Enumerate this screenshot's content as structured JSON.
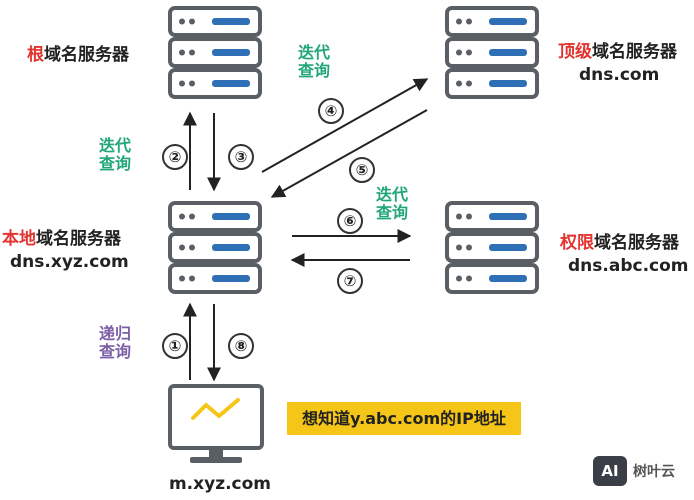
{
  "servers": {
    "root": {
      "name_highlight": "根",
      "name_rest": "域名服务器"
    },
    "tld": {
      "name_highlight": "顶级",
      "name_rest": "域名服务器",
      "domain": "dns.com"
    },
    "local": {
      "name_highlight": "本地",
      "name_rest": "域名服务器",
      "domain": "dns.xyz.com"
    },
    "authoritative": {
      "name_highlight": "权限",
      "name_rest": "域名服务器",
      "domain": "dns.abc.com"
    }
  },
  "query_types": {
    "iterative_line1": "迭代",
    "iterative_line2": "查询",
    "recursive_line1": "递归",
    "recursive_line2": "查询"
  },
  "steps": [
    "①",
    "②",
    "③",
    "④",
    "⑤",
    "⑥",
    "⑦",
    "⑧"
  ],
  "client": {
    "hostname": "m.xyz.com"
  },
  "question": "想知道y.abc.com的IP地址",
  "brand": {
    "logo": "AI",
    "text": "树叶云"
  },
  "colors": {
    "server_highlight": "#e3342f",
    "iterative": "#21a67a",
    "recursive": "#7b5ea7",
    "question_bg": "#f5c518",
    "server_body": "#5a5f66",
    "server_led": "#2f6fb6"
  }
}
